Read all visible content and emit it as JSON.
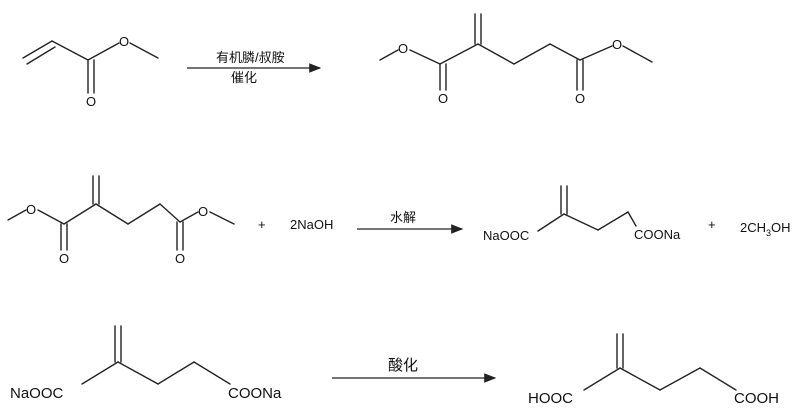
{
  "reactions": [
    {
      "conditions": [
        "有机膦/叔胺",
        "催化"
      ],
      "atoms": [
        "O",
        "O",
        "O",
        "O",
        "O",
        "O"
      ]
    },
    {
      "reagent": "2NaOH",
      "plus_left": "+",
      "condition": "水解",
      "product_left": "NaOOC",
      "product_right": "COONa",
      "plus_right": "+",
      "byproduct_main": "2CH",
      "byproduct_sub": "3",
      "byproduct_tail": "OH",
      "atoms": [
        "O",
        "O",
        "O",
        "O"
      ]
    },
    {
      "reactant_left": "NaOOC",
      "reactant_right": "COONa",
      "condition": "酸化",
      "product_left": "HOOC",
      "product_right": "COOH"
    }
  ],
  "colors": {
    "ink": "#111111",
    "background": "#ffffff"
  }
}
